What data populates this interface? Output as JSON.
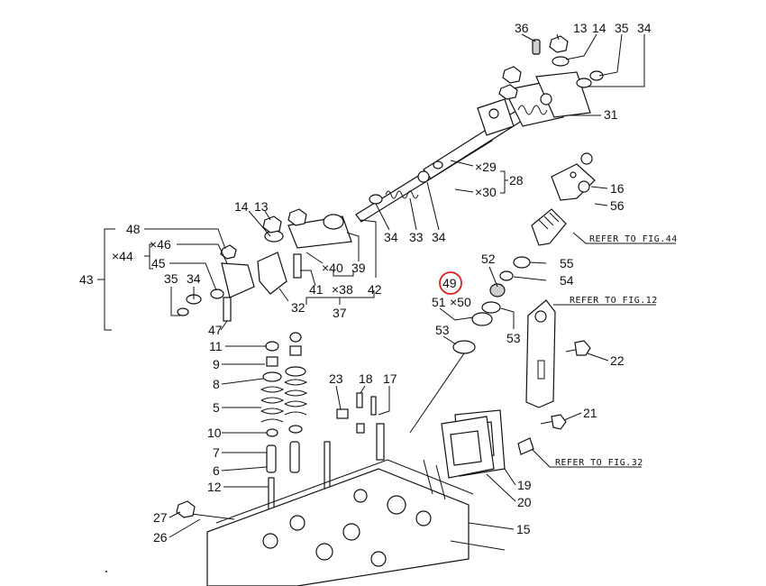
{
  "parts": [
    {
      "id": "36",
      "text": "36"
    },
    {
      "id": "13a",
      "text": "13"
    },
    {
      "id": "14a",
      "text": "14"
    },
    {
      "id": "35a",
      "text": "35"
    },
    {
      "id": "34a",
      "text": "34"
    },
    {
      "id": "31",
      "text": "31"
    },
    {
      "id": "29",
      "text": "×29"
    },
    {
      "id": "28",
      "text": "28"
    },
    {
      "id": "30",
      "text": "×30"
    },
    {
      "id": "16",
      "text": "16"
    },
    {
      "id": "56",
      "text": "56"
    },
    {
      "id": "14b",
      "text": "14"
    },
    {
      "id": "13b",
      "text": "13"
    },
    {
      "id": "34b",
      "text": "34"
    },
    {
      "id": "33",
      "text": "33"
    },
    {
      "id": "34c",
      "text": "34"
    },
    {
      "id": "48",
      "text": "48"
    },
    {
      "id": "46",
      "text": "×46"
    },
    {
      "id": "44",
      "text": "×44"
    },
    {
      "id": "45",
      "text": "45"
    },
    {
      "id": "43",
      "text": "43"
    },
    {
      "id": "35b",
      "text": "35"
    },
    {
      "id": "34d",
      "text": "34"
    },
    {
      "id": "47",
      "text": "47"
    },
    {
      "id": "40",
      "text": "×40"
    },
    {
      "id": "39",
      "text": "39"
    },
    {
      "id": "41",
      "text": "41"
    },
    {
      "id": "38",
      "text": "×38"
    },
    {
      "id": "42",
      "text": "42"
    },
    {
      "id": "32",
      "text": "32"
    },
    {
      "id": "37",
      "text": "37"
    },
    {
      "id": "52",
      "text": "52"
    },
    {
      "id": "55",
      "text": "55"
    },
    {
      "id": "54",
      "text": "54"
    },
    {
      "id": "49",
      "text": "49"
    },
    {
      "id": "51",
      "text": "51"
    },
    {
      "id": "50",
      "text": "×50"
    },
    {
      "id": "53a",
      "text": "53"
    },
    {
      "id": "53b",
      "text": "53"
    },
    {
      "id": "11",
      "text": "11"
    },
    {
      "id": "9",
      "text": "9"
    },
    {
      "id": "8",
      "text": "8"
    },
    {
      "id": "5",
      "text": "5"
    },
    {
      "id": "10",
      "text": "10"
    },
    {
      "id": "7",
      "text": "7"
    },
    {
      "id": "6",
      "text": "6"
    },
    {
      "id": "12",
      "text": "12"
    },
    {
      "id": "27",
      "text": "27"
    },
    {
      "id": "26",
      "text": "26"
    },
    {
      "id": "23",
      "text": "23"
    },
    {
      "id": "18",
      "text": "18"
    },
    {
      "id": "17",
      "text": "17"
    },
    {
      "id": "22",
      "text": "22"
    },
    {
      "id": "21",
      "text": "21"
    },
    {
      "id": "19",
      "text": "19"
    },
    {
      "id": "20",
      "text": "20"
    },
    {
      "id": "15",
      "text": "15"
    }
  ],
  "references": {
    "fig44": "REFER TO FIG.44",
    "fig12": "REFER TO FIG.12",
    "fig32": "REFER TO FIG.32"
  },
  "highlight": {
    "part": "49",
    "color": "#d62020"
  }
}
